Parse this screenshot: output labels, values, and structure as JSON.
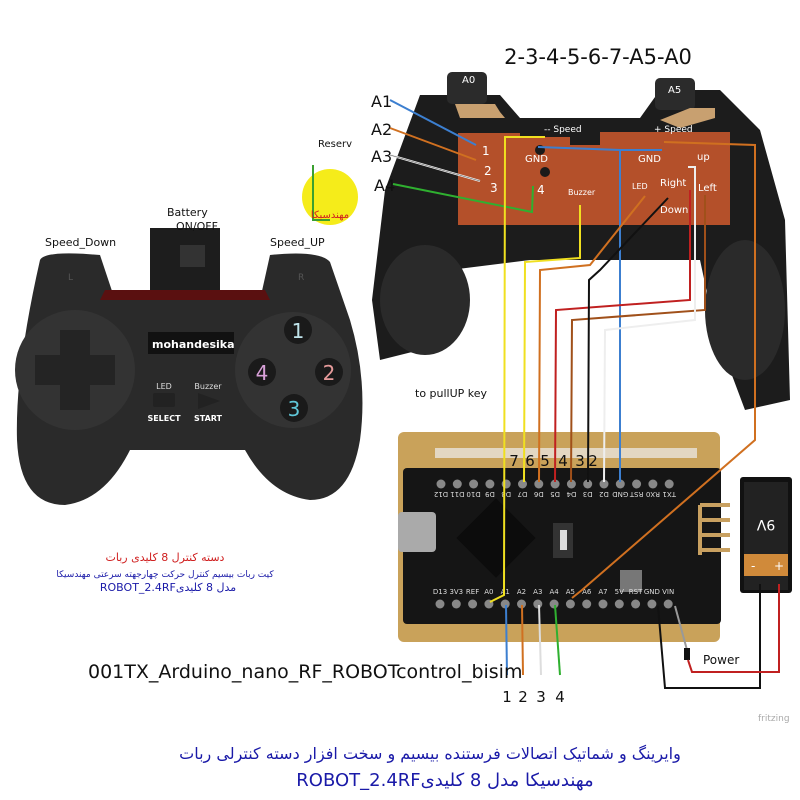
{
  "header": {
    "pin_order": "2-3-4-5-6-7-A5-A0"
  },
  "right_gamepad": {
    "shoulder_left": "A0",
    "shoulder_right": "A5",
    "analog_labels": [
      "A1",
      "A2",
      "A3",
      "A4"
    ],
    "pad_numbers": [
      "1",
      "2",
      "3",
      "4"
    ],
    "speed_down": "-- Speed",
    "speed_up": "+ Speed",
    "gnd_left": "GND",
    "gnd_right": "GND",
    "up": "up",
    "right": "Right",
    "left": "Left",
    "down": "Down",
    "led": "LED",
    "buzzer": "Buzzer"
  },
  "pullup_note": "to pullUP key",
  "left_gamepad": {
    "speed_down": "Speed_Down",
    "battery": "Battery",
    "on_off": "ON/OFF",
    "speed_up": "Speed_UP",
    "reserv": "Reserv",
    "brand": "mohandesika",
    "led": "LED",
    "buzzer": "Buzzer",
    "select": "SELECT",
    "start": "START",
    "shoulder_l": "L",
    "shoulder_r": "R",
    "face_buttons": [
      "1",
      "2",
      "3",
      "4"
    ],
    "logo_text": "مهندسیکا"
  },
  "left_caption": {
    "line1": "دسته کنترل 8 کلیدی ربات",
    "line2": "کیت ربات بیسیم کنترل حرکت چهارجهته سرعتی مهندسیکا",
    "line3": "مدل 8 کلیدیROBOT_2.4RF"
  },
  "arduino": {
    "top_numbers": [
      "7",
      "6",
      "5",
      "4",
      "3",
      "2"
    ],
    "top_pins": [
      "D12",
      "D11",
      "D10",
      "D9",
      "D8",
      "D7",
      "D6",
      "D5",
      "D4",
      "D3",
      "D2",
      "GND",
      "RST",
      "RX0",
      "TX1"
    ],
    "bottom_pins": [
      "D13",
      "3V3",
      "REF",
      "A0",
      "A1",
      "A2",
      "A3",
      "A4",
      "A5",
      "A6",
      "A7",
      "5V",
      "RST",
      "GND",
      "VIN"
    ],
    "bottom_numbers": [
      "1",
      "2",
      "3",
      "4"
    ]
  },
  "battery": {
    "label": "9V",
    "minus": "-",
    "plus": "+"
  },
  "power_label": "Power",
  "fritzing": "fritzing",
  "file_caption": "001TX_Arduino_nano_RF_ROBOTcontrol_bisim",
  "footer": {
    "line1": "وایرینگ و شماتیک اتصالات فرستنده بیسیم و سخت افزار دسته کنترلی  ربات",
    "line2": "مهندسیکا  مدل 8 کلیدیROBOT_2.4RF"
  },
  "colors": {
    "pcb": "#b4502a",
    "board": "#c9a25a",
    "nano": "#151515",
    "caption_blue": "#1a1aa8",
    "caption_red": "#d02020"
  }
}
